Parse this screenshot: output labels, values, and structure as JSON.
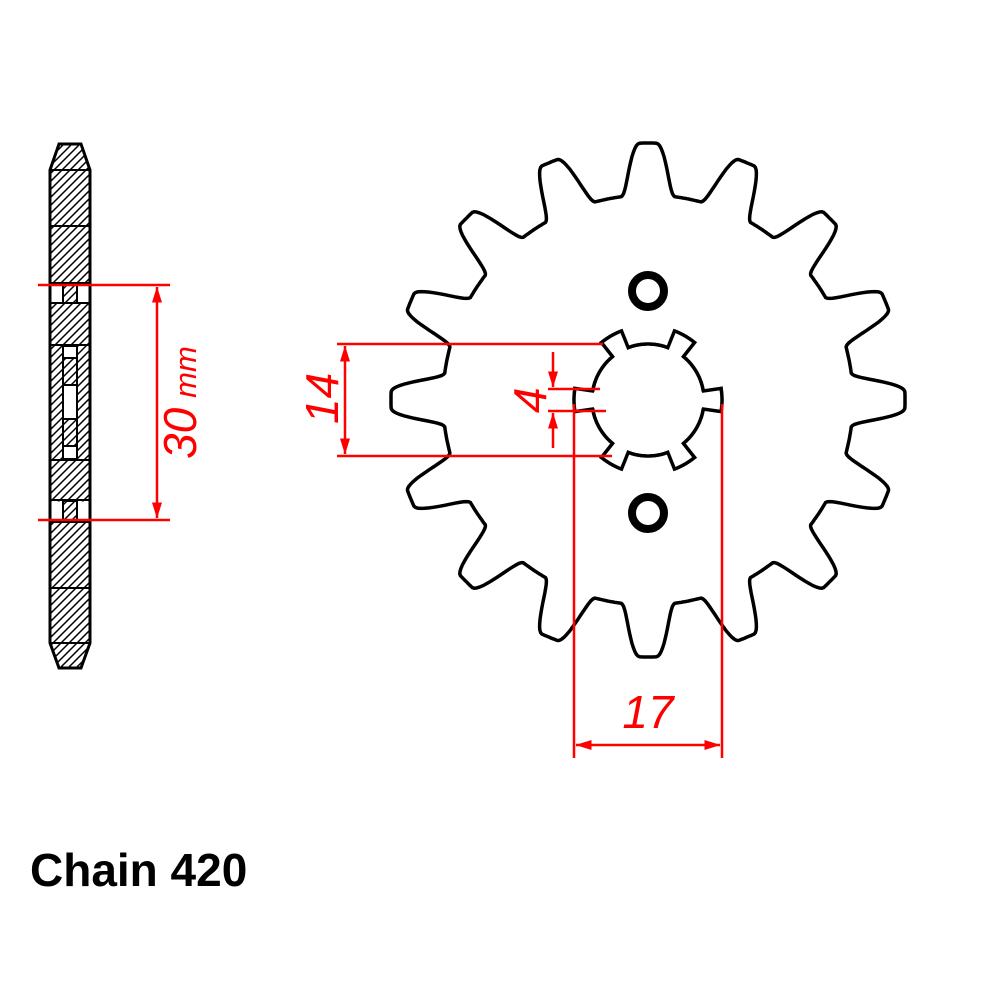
{
  "title": "Chain 420",
  "dims": {
    "width": {
      "value": "30",
      "unit": "mm"
    },
    "bore_height": "14",
    "notch_width": "4",
    "spline_width": "17"
  },
  "sprocket": {
    "teeth": 16,
    "bolt_holes": 2,
    "spline_notches": 6
  },
  "colors": {
    "dimension_red": "#ff0000",
    "line_black": "#000000",
    "background": "#ffffff"
  }
}
